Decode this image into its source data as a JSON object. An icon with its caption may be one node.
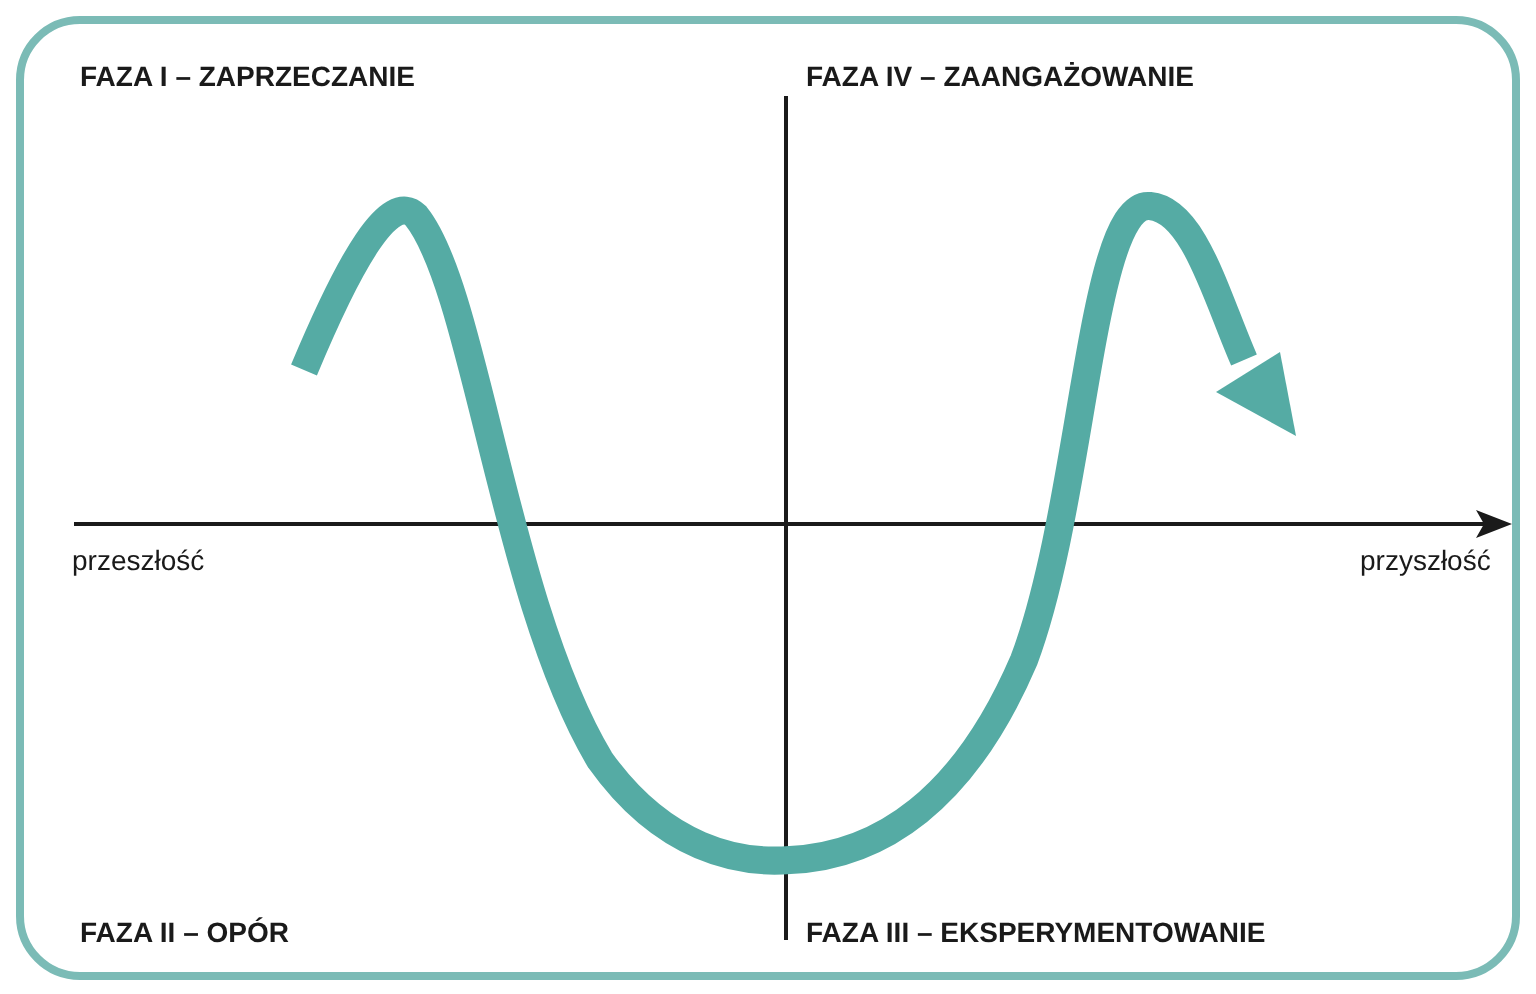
{
  "diagram": {
    "labels": [
      "FAZA I – ZAPRZECZANIE",
      "FAZA IV – ZAANGAŻOWANIE",
      "przeszłość",
      "przyszłość",
      "FAZA II – OPÓR",
      "FAZA III – EKSPERYMENTOWANIE"
    ]
  }
}
